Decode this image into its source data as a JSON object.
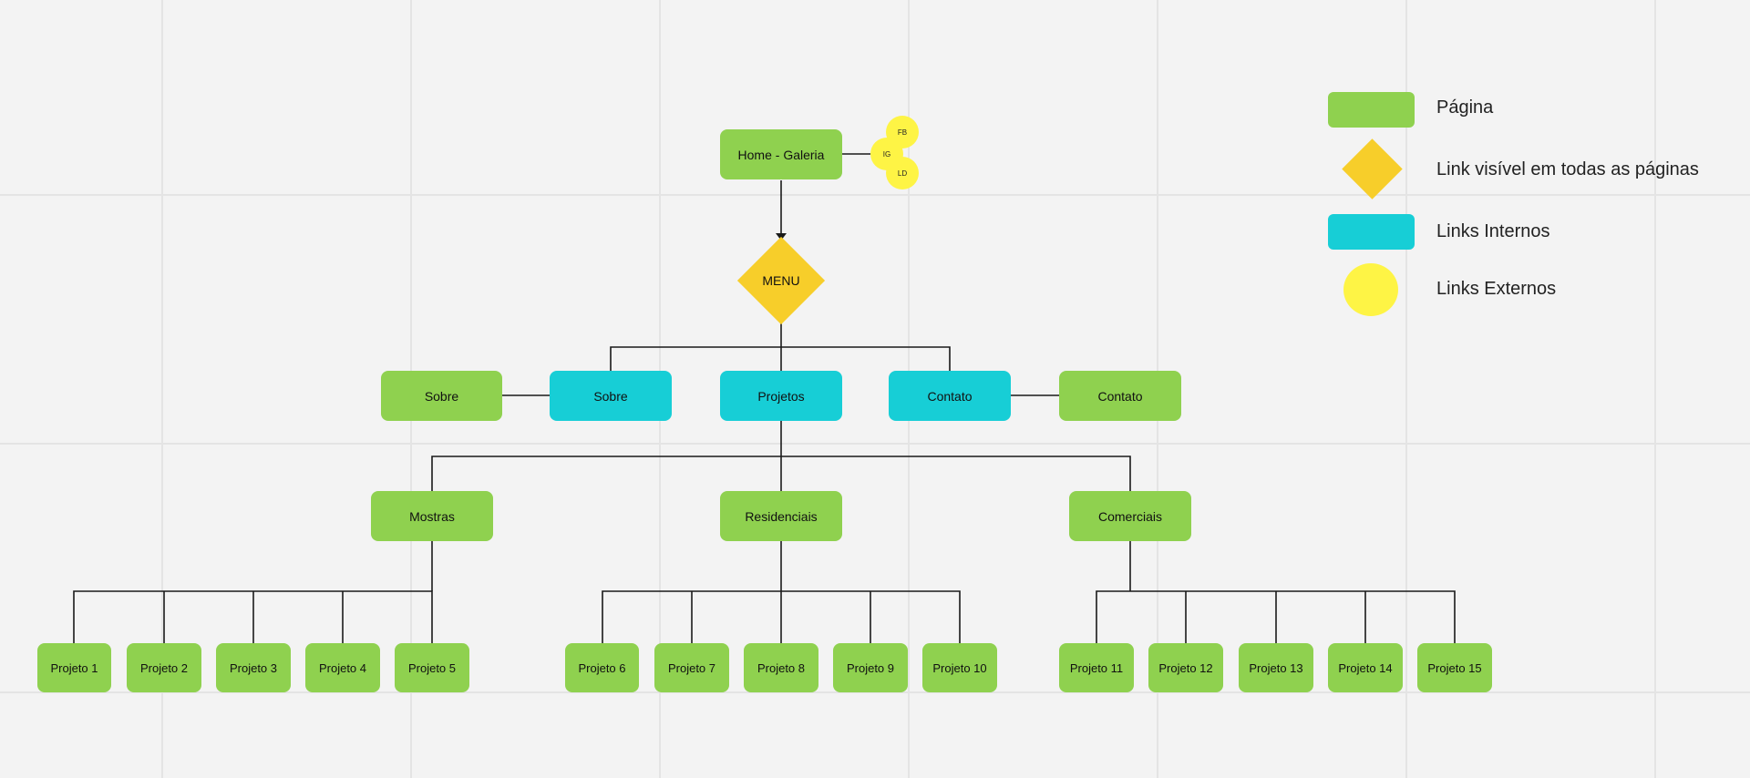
{
  "colors": {
    "page": "#8fd14f",
    "internal_link": "#17ced6",
    "menu": "#f7ce2a",
    "external_link": "#fef445",
    "canvas": "#f3f3f3"
  },
  "home": {
    "label": "Home - Galeria"
  },
  "externals": [
    {
      "label": "FB"
    },
    {
      "label": "IG"
    },
    {
      "label": "LD"
    }
  ],
  "menu": {
    "label": "MENU"
  },
  "level1": {
    "sobre_page": "Sobre",
    "sobre_link": "Sobre",
    "projetos_link": "Projetos",
    "contato_link": "Contato",
    "contato_page": "Contato"
  },
  "categories": [
    "Mostras",
    "Residenciais",
    "Comerciais"
  ],
  "projects": [
    "Projeto 1",
    "Projeto 2",
    "Projeto 3",
    "Projeto 4",
    "Projeto 5",
    "Projeto 6",
    "Projeto 7",
    "Projeto 8",
    "Projeto 9",
    "Projeto 10",
    "Projeto 11",
    "Projeto 12",
    "Projeto 13",
    "Projeto 14",
    "Projeto 15"
  ],
  "legend": {
    "page": "Página",
    "menu": "Link visível em todas as páginas",
    "internal": "Links Internos",
    "external": "Links Externos"
  }
}
